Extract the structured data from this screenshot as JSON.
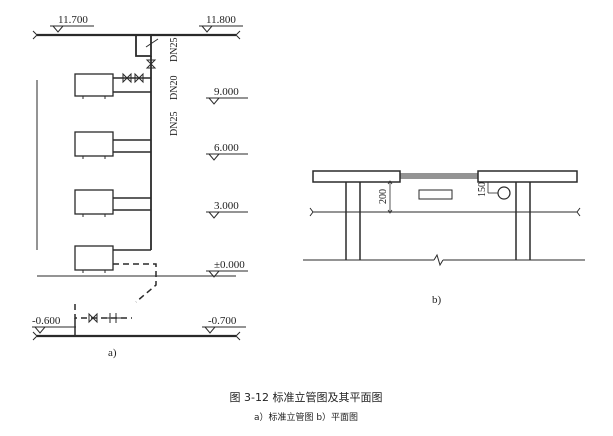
{
  "elevations_left": {
    "top": "11.700",
    "bottom": "-0.600"
  },
  "elevations_right": {
    "top": "11.800",
    "floor3": "9.000",
    "floor2": "6.000",
    "floor1": "3.000",
    "ground": "±0.000",
    "bottom": "-0.700"
  },
  "pipe_sizes": {
    "upper_a": "DN25",
    "upper_b": "DN20",
    "lower": "DN25"
  },
  "plan_dims": {
    "wall_depth": "200",
    "pipe_offset": "150"
  },
  "subfigure_labels": {
    "a": "a)",
    "b": "b)"
  },
  "caption": {
    "title": "图 3-12    标准立管图及其平面图",
    "subtitle": "a）标准立管图    b）平面图"
  }
}
